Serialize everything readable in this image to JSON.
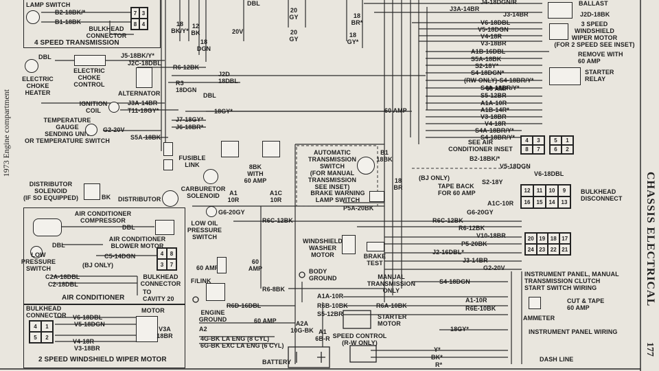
{
  "side": {
    "caption": "1973 Engine compartment",
    "section_title": "CHASSIS ELECTRICAL",
    "page_number": "177"
  },
  "top_left_box": {
    "lamp_switch": "LAMP SWITCH",
    "w1": "B2-18BK/*",
    "w2": "B1-18BK",
    "pins": [
      "7",
      "3",
      "8",
      "4"
    ],
    "bulkhead": "BULKHEAD\nCONNECTOR",
    "title": "4 SPEED TRANSMISSION"
  },
  "left": {
    "dbl": "DBL",
    "electric_choke_heater": "ELECTRIC\nCHOKE\nHEATER",
    "electric_choke_control": "ELECTRIC\nCHOKE\nCONTROL",
    "j5": "J5-18BK/Y*",
    "j2c": "J2C-18DBL",
    "alternator": "ALTERNATOR",
    "ignition_coil": "IGNITION\nCOIL",
    "j3a": "J3A-14BR",
    "t11": "T11-18GY*",
    "temp_gauge": "TEMPERATURE\nGAUGE\nSENDING UNIT\nOR TEMPERATURE SWITCH",
    "g2": "G2-20V",
    "s5a": "S5A-18BK",
    "distributor_solenoid": "DISTRIBUTOR\nSOLENOID\n(IF SO EQUIPPED)",
    "bk": "BK",
    "distributor": "DISTRIBUTOR"
  },
  "center_top": {
    "w18bk_y": "18\nBK/Y*",
    "w12bk": "12\nBK",
    "w18dgn": "18\nDGN",
    "w20v": "20V",
    "dbl_top": "DBL",
    "w20gy_a": "20\nGY",
    "w20gy_b": "20\nGY",
    "w18br": "18\nBR*",
    "w18gy": "18\nGY*",
    "r6": "R6-12BK",
    "j2d": "J2D\n18DBL",
    "r3": "R3\n18DGN",
    "dbl_mid": "DBL",
    "w18gy_mid": "18GY*",
    "sixty_amp": "60 AMP",
    "j7": "J7-18GY*",
    "j6": "J6-18BR*",
    "fusible_link": "FUSIBLE\nLINK",
    "carb_solenoid": "CARBURETOR\nSOLENOID",
    "a1_10r": "A1\n10R",
    "a1c_10r": "A1C\n10R",
    "bbk": "8BK\nWITH\n60 AMP",
    "g6": "G6-20GY",
    "low_oil": "LOW OIL\nPRESSURE\nSWITCH"
  },
  "auto_trans": {
    "title": "AUTOMATIC\nTRANSMISSION\nSWITCH\n(FOR MANUAL\nTRANSMISSION\nSEE INSET)",
    "b1": "B1\n18BK",
    "w18br": "18\nBR",
    "brake_warning": "BRAKE WARNING\nLAMP SWITCH",
    "p5a": "P5A-20BK"
  },
  "right_top": {
    "ballast": "BALLAST",
    "j4": "J4-18DGN/R",
    "j3a": "J3A-14BR",
    "j3": "J3-14BR",
    "j2d": "J2D-18BK",
    "v6": "V6-18DBL",
    "v5": "V5-18DGN",
    "v4": "V4-18R",
    "v3": "V3-18BR",
    "wiper_motor": "3 SPEED\nWINDSHIELD\nWIPER MOTOR\n(FOR 2 SPEED SEE INSET)",
    "a1b": "A1B-16DBL",
    "s5a": "S5A-18BK",
    "s2": "S2-18Y*",
    "s4_dgn": "S4-18DGN*",
    "rw_only": "(RW ONLY)-S4-18BR/Y*",
    "s4a": "S4A-18BR/Y*",
    "s5": "S5-12BR",
    "a1a": "A1A-10R",
    "a1b14r": "A1B-14R*",
    "v3b": "V3-18BR",
    "v4b": "V4-18R",
    "remove": "REMOVE WITH\n60 AMP",
    "starter_relay": "STARTER\nRELAY",
    "sixty_amp": "60 AMP",
    "s4a2": "S4A-18BR/Y*",
    "s4_14": "S4-18BR/Y*",
    "ac_inset": "SEE AIR\nCONDITIONER INSET",
    "ac_pins_a": [
      "4",
      "3",
      "8",
      "7"
    ],
    "ac_pins_b": [
      "5",
      "1",
      "6",
      "2"
    ]
  },
  "right_mid": {
    "b2": "B2-18BK/*",
    "v5": "V5-18DGN",
    "v6": "V6-18DBL",
    "bj_only": "(BJ ONLY)",
    "tape_back": "TAPE BACK\nFOR 60 AMP",
    "s2": "S2-18Y",
    "a1c": "A1C-10R",
    "g6": "G6-20GY",
    "bulkhead_disconnect": "BULKHEAD\nDISCONNECT",
    "bulk_pins": [
      "12",
      "11",
      "10",
      "9",
      "16",
      "15",
      "14",
      "13"
    ],
    "r6c": "R6C-12BK",
    "r6": "R6-12BK",
    "v10": "V10-18BR",
    "p5": "P5-20BK",
    "j2": "J2-16DBL*",
    "j3": "J3-14BR",
    "g2": "G2-20V",
    "bulk_pins_low": [
      "20",
      "19",
      "18",
      "17",
      "24",
      "23",
      "22",
      "21"
    ],
    "s4": "S4-18DGN",
    "manual_trans": "MANUAL\nTRANSMISSION\nONLY",
    "ip_manual": "INSTRUMENT PANEL, MANUAL\nTRANSMISSION CLUTCH\nSTART SWITCH WIRING",
    "a1": "A1-10R",
    "r6e": "R6E-10BK",
    "cut_tape": "CUT & TAPE\n60 AMP",
    "ammeter": "AMMETER",
    "w18gy": "18GY*",
    "ip_wiring": "INSTRUMENT PANEL WIRING",
    "y": "Y*",
    "bk": "BK*",
    "r": "R*",
    "dash_line": "DASH LINE"
  },
  "center_bottom": {
    "r6c": "R6C-12BK",
    "windshield_washer": "WINDSHIELD\nWASHER\nMOTOR",
    "brake_test": "BRAKE\nTEST",
    "sixty_amp": "60 AMP",
    "sixty_amp2": "60\nAMP",
    "f_link": "F/LINK",
    "body_ground": "BODY\nGROUND",
    "r6_8bk": "R6-8BK",
    "a1a": "A1A-10R",
    "r6b": "R6B-10BK",
    "r6a": "R6A-10BK",
    "s5": "S5-12BR",
    "starter_motor": "STARTER\nMOTOR",
    "r6d": "R6D-16DBL",
    "sixty_amp3": "60 AMP",
    "engine_ground": "ENGINE\nGROUND",
    "a2": "A2",
    "a2a": "A2A\n10G-BK",
    "a1_6br": "A1\n6B-R",
    "g4": "4G-BK LA ENG (8 CYL)",
    "g6": "6G-BK EXC LA ENG (6 CYL)",
    "battery": "BATTERY",
    "speed_control": "SPEED CONTROL\n(R-W ONLY)"
  },
  "ac_box": {
    "compressor": "AIR CONDITIONER\nCOMPRESSOR",
    "dbl1": "DBL",
    "blower": "AIR CONDITIONER\nBLOWER MOTOR",
    "dbl2": "DBL",
    "c5": "C5-14DGN",
    "low_pressure": "LOW\nPRESSURE\nSWITCH",
    "bj_only": "(BJ ONLY)",
    "c2a": "C2A-18DBL",
    "c2": "C2-18DBL",
    "pins": [
      "4",
      "8",
      "3",
      "7"
    ],
    "bulkhead": "BULKHEAD\nCONNECTOR",
    "to_cavity": "TO\nCAVITY 20",
    "title": "AIR CONDITIONER"
  },
  "wiper_box": {
    "bulkhead": "BULKHEAD\nCONNECTOR",
    "motor": "MOTOR",
    "v6": "V6-18DBL",
    "v5": "V5-18DGN",
    "v4": "V4-18R",
    "v3": "V3-18BR",
    "v3a": "V3A\n18BR",
    "pins": [
      "4",
      "1",
      "5",
      "2"
    ],
    "title": "2 SPEED WINDSHIELD WIPER MOTOR"
  }
}
